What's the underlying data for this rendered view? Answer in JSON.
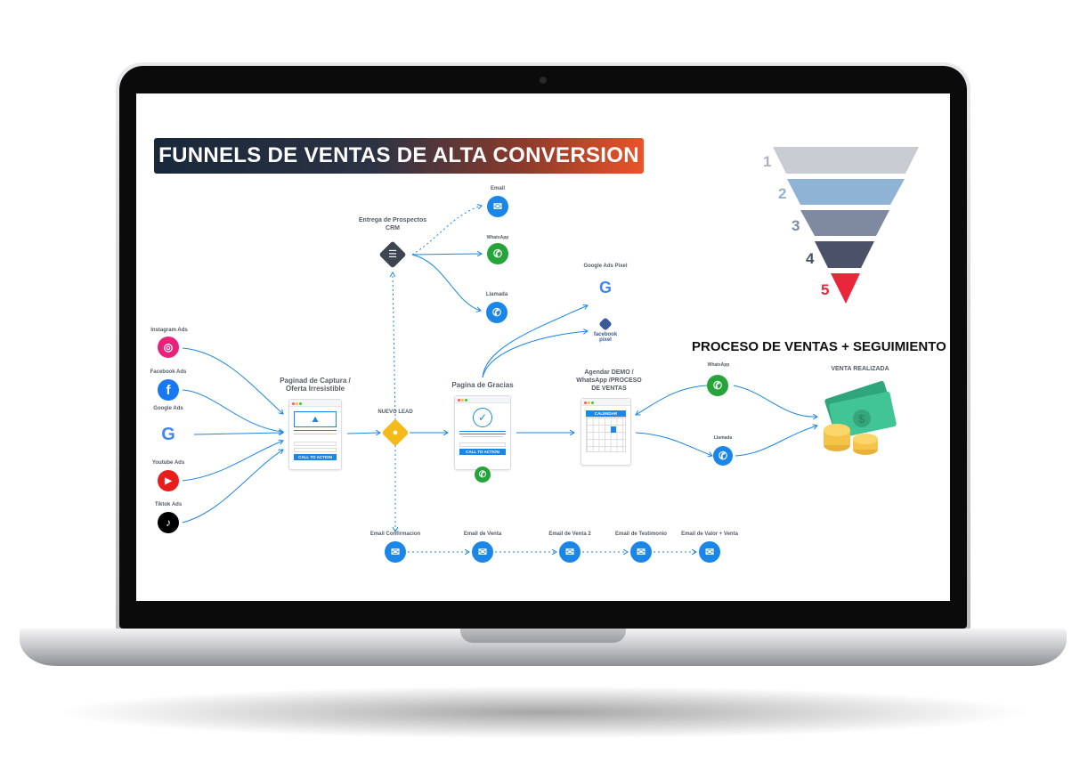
{
  "title": "FUNNELS DE VENTAS DE ALTA CONVERSION",
  "sources": [
    {
      "label": "Instagram Ads",
      "icon": "instagram-icon"
    },
    {
      "label": "Facebook Ads",
      "icon": "facebook-icon"
    },
    {
      "label": "Google Ads",
      "icon": "google-icon"
    },
    {
      "label": "Youtube Ads",
      "icon": "youtube-icon"
    },
    {
      "label": "Tiktok Ads",
      "icon": "tiktok-icon"
    }
  ],
  "capture_page": {
    "label": "Paginad de Captura / Oferta Irresistible",
    "cta": "CALL TO ACTION"
  },
  "new_lead": "NUEVO LEAD",
  "crm": {
    "label": "Entrega de Prospectos CRM",
    "outputs": [
      "Email",
      "WhatsApp",
      "Llamada"
    ]
  },
  "thanks_page": {
    "label": "Pagina de Gracias",
    "cta": "CALL TO ACTION"
  },
  "pixels": {
    "google": "Google Ads Pixel",
    "facebook": "facebook pixel"
  },
  "schedule": {
    "label": "Agendar DEMO / WhatsApp /PROCESO DE VENTAS",
    "calendar": "CALENDAR"
  },
  "emails": [
    "Email Confirmacion",
    "Email de Venta",
    "Email de Venta 2",
    "Email de Testimonio",
    "Email de Valor + Venta"
  ],
  "funnel": {
    "levels": [
      "1",
      "2",
      "3",
      "4",
      "5"
    ],
    "colors": [
      "#c9ccd3",
      "#8fb3d4",
      "#7f8aa0",
      "#4b5268",
      "#e8283a"
    ]
  },
  "sales": {
    "title": "PROCESO DE VENTAS + SEGUIMIENTO",
    "whatsapp": "WhatsApp",
    "call": "Llamada",
    "result": "VENTA REALIZADA"
  }
}
